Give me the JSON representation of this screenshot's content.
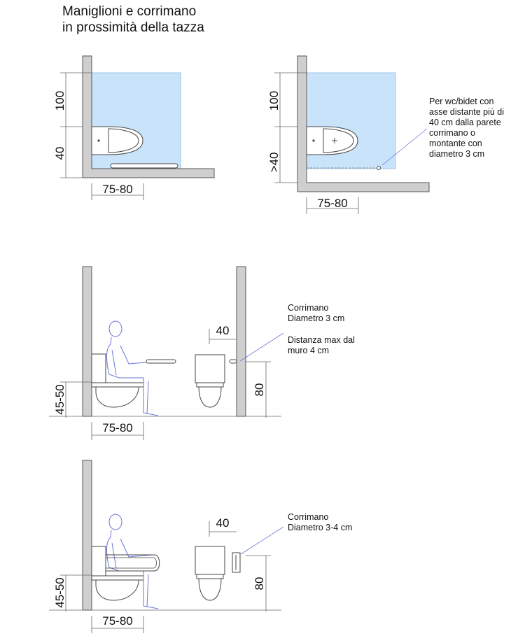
{
  "title": {
    "line1": "Maniglioni e corrimano",
    "line2": "in prossimità della tazza"
  },
  "plan_left": {
    "dim_v1": "100",
    "dim_v2": "40",
    "dim_h": "75-80"
  },
  "plan_right": {
    "dim_v1": "100",
    "dim_v2": ">40",
    "dim_h": "75-80",
    "note": [
      "Per wc/bidet con",
      "asse distante più di",
      "40 cm dalla parete",
      "corrimano o",
      "montante con",
      "diametro 3 cm"
    ]
  },
  "elev_1": {
    "dim_seat": "45-50",
    "dim_h": "75-80",
    "dim_top": "40",
    "dim_rail": "80",
    "note_a": [
      "Corrimano",
      "Diametro 3 cm"
    ],
    "note_b": [
      "Distanza max dal",
      "muro 4 cm"
    ]
  },
  "elev_2": {
    "dim_seat": "45-50",
    "dim_h": "75-80",
    "dim_top": "40",
    "dim_rail": "80",
    "note_a": [
      "Corrimano",
      "Diametro 3-4 cm"
    ]
  },
  "colors": {
    "zone": "#c9e3fb",
    "wall": "#cfcfcf",
    "figure": "#6a75d8"
  }
}
